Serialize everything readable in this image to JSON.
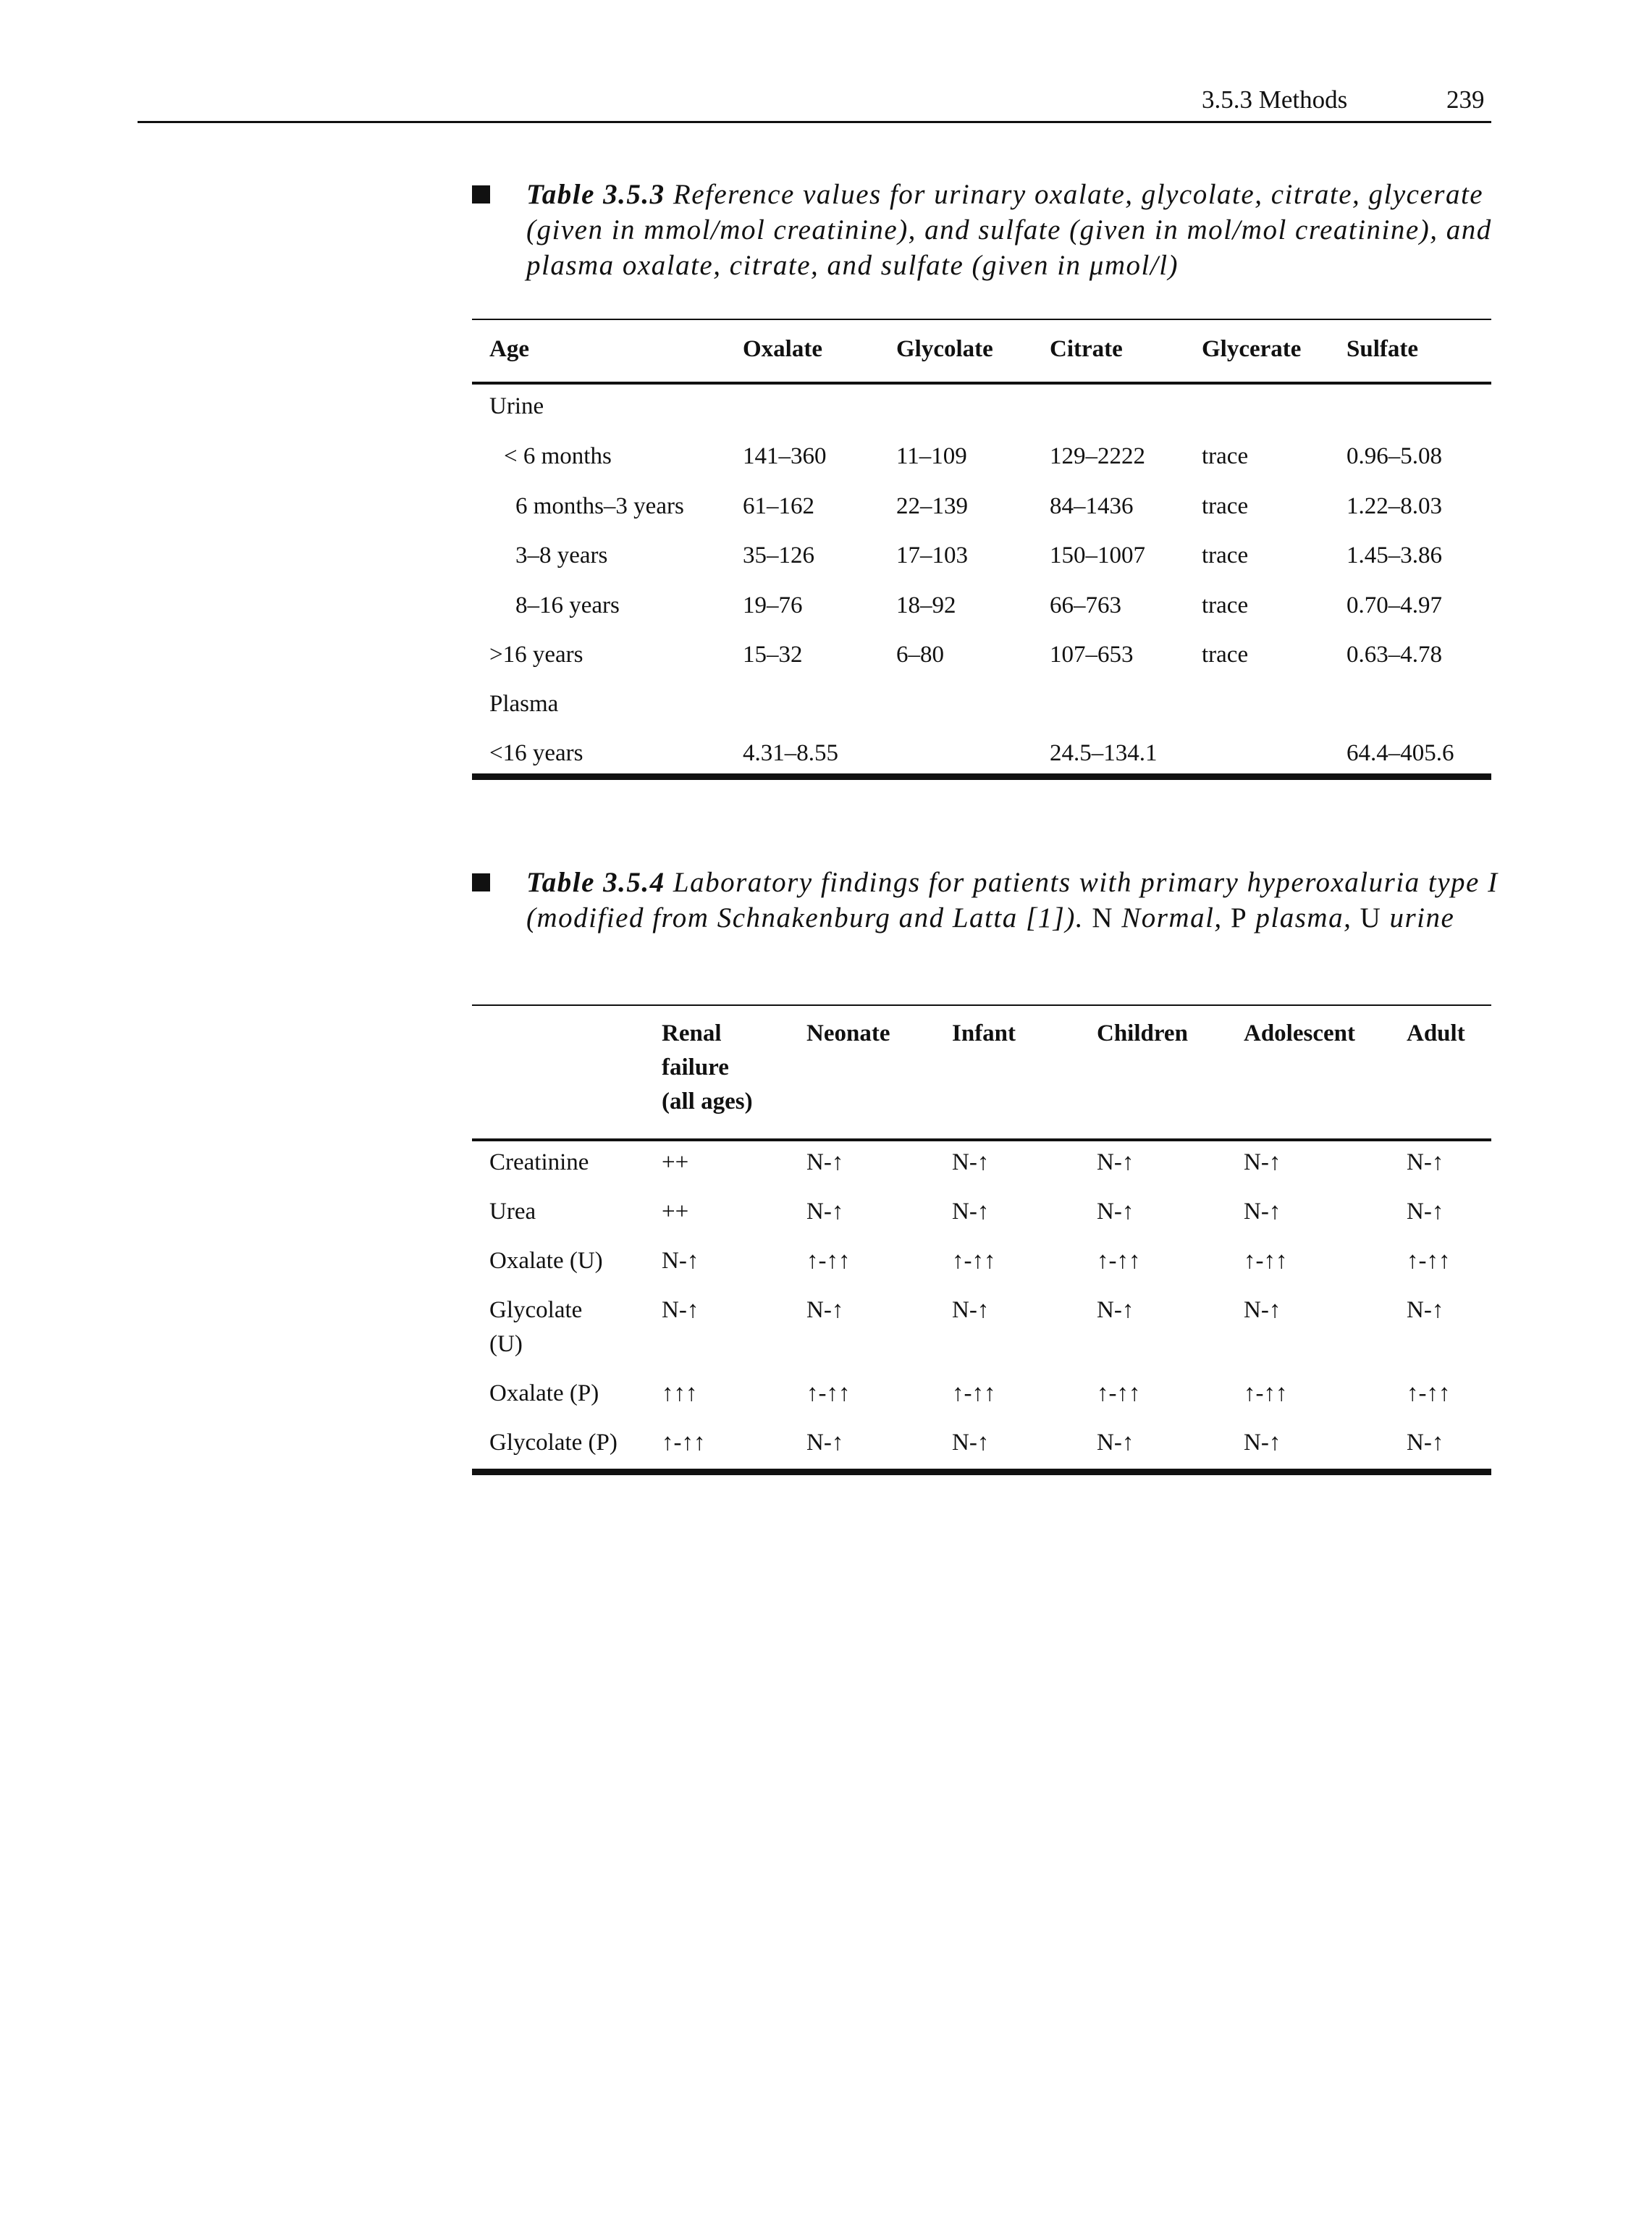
{
  "header": {
    "section": "3.5.3  Methods",
    "page_number": "239"
  },
  "table1": {
    "label": "Table 3.5.3",
    "caption": "Reference values for urinary oxalate, glycolate, citrate, glycerate (given in mmol/mol creatinine), and sulfate (given in mol/mol creatinine), and plasma oxalate, citrate, and sulfate (given in μmol/l)",
    "columns": [
      "Age",
      "Oxalate",
      "Glycolate",
      "Citrate",
      "Glycerate",
      "Sulfate"
    ],
    "groups": [
      "Urine",
      "Plasma"
    ],
    "urine_rows": [
      [
        "< 6 months",
        "141–360",
        "11–109",
        "129–2222",
        "trace",
        "0.96–5.08"
      ],
      [
        "6 months–3 years",
        "61–162",
        "22–139",
        "84–1436",
        "trace",
        "1.22–8.03"
      ],
      [
        "3–8 years",
        "35–126",
        "17–103",
        "150–1007",
        "trace",
        "1.45–3.86"
      ],
      [
        "8–16 years",
        "19–76",
        "18–92",
        "66–763",
        "trace",
        "0.70–4.97"
      ],
      [
        ">16 years",
        "15–32",
        "6–80",
        "107–653",
        "trace",
        "0.63–4.78"
      ]
    ],
    "plasma_rows": [
      [
        "<16 years",
        "4.31–8.55",
        "",
        "24.5–134.1",
        "",
        "64.4–405.6"
      ]
    ]
  },
  "table2": {
    "label": "Table 3.5.4",
    "caption_a": "Laboratory findings for patients with primary hyperoxaluria type I (modified from Schnakenburg and Latta [1]).",
    "caption_n": "N",
    "caption_b": "Normal,",
    "caption_p": "P",
    "caption_c": "plasma,",
    "caption_u": "U",
    "caption_d": "urine",
    "columns": [
      "Renal failure (all ages)",
      "Neonate",
      "Infant",
      "Children",
      "Adolescent",
      "Adult"
    ],
    "column_lines": [
      [
        "Renal",
        "failure",
        "(all ages)"
      ],
      [
        "Neonate"
      ],
      [
        "Infant"
      ],
      [
        "Children"
      ],
      [
        "Adolescent"
      ],
      [
        "Adult"
      ]
    ],
    "rows": [
      {
        "label": [
          "Creatinine"
        ],
        "values": [
          "++",
          "N-↑",
          "N-↑",
          "N-↑",
          "N-↑",
          "N-↑"
        ]
      },
      {
        "label": [
          "Urea"
        ],
        "values": [
          "++",
          "N-↑",
          "N-↑",
          "N-↑",
          "N-↑",
          "N-↑"
        ]
      },
      {
        "label": [
          "Oxalate (U)"
        ],
        "values": [
          "N-↑",
          "↑-↑↑",
          "↑-↑↑",
          "↑-↑↑",
          "↑-↑↑",
          "↑-↑↑"
        ]
      },
      {
        "label": [
          "Glycolate",
          "(U)"
        ],
        "values": [
          "N-↑",
          "N-↑",
          "N-↑",
          "N-↑",
          "N-↑",
          "N-↑"
        ]
      },
      {
        "label": [
          "Oxalate (P)"
        ],
        "values": [
          "↑↑↑",
          "↑-↑↑",
          "↑-↑↑",
          "↑-↑↑",
          "↑-↑↑",
          "↑-↑↑"
        ]
      },
      {
        "label": [
          "Glycolate (P)"
        ],
        "values": [
          "↑-↑↑",
          "N-↑",
          "N-↑",
          "N-↑",
          "N-↑",
          "N-↑"
        ]
      }
    ]
  }
}
